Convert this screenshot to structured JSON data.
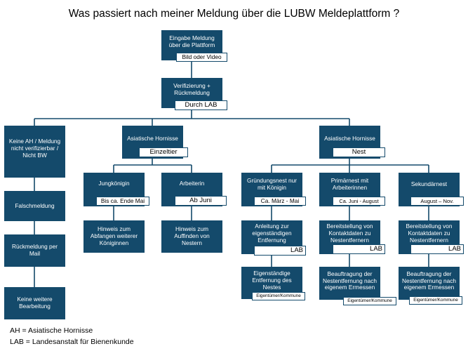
{
  "title": "Was passiert nach meiner Meldung über die LUBW Meldeplattform ?",
  "nodes": {
    "eingabe": {
      "label": "Eingabe Meldung über die Plattform",
      "tag": "Bild oder Video"
    },
    "verifizierung": {
      "label": "Verifizierung + Rückmeldung",
      "tag": "Durch LAB"
    },
    "keine_ah": {
      "label": "Keine AH / Meldung nicht verifizierbar / Nicht BW"
    },
    "falschmeldung": {
      "label": "Falschmeldung"
    },
    "rueckmeldung_mail": {
      "label": "Rückmeldung per Mail"
    },
    "keine_bearbeitung": {
      "label": "Keine weitere Bearbeitung"
    },
    "ah_einzeltier": {
      "label": "Asiatische Hornisse",
      "tag": "Einzeltier"
    },
    "ah_nest": {
      "label": "Asiatische Hornisse",
      "tag": "Nest"
    },
    "jungkoenigin": {
      "label": "Jungkönigin",
      "tag": "Bis ca. Ende Mai"
    },
    "arbeiterin": {
      "label": "Arbeiterin",
      "tag": "Ab Juni"
    },
    "hinweis_abfangen": {
      "label": "Hinweis zum Abfangen weiterer Königinnen"
    },
    "hinweis_auffinden": {
      "label": "Hinweis zum Auffinden von Nestern"
    },
    "gruendungsnest": {
      "label": "Gründungsnest nur mit Königin",
      "tag": "Ca. März - Mai"
    },
    "primaernest": {
      "label": "Primärnest mit Arbeiterinnen",
      "tag": "Ca. Juni - August"
    },
    "sekundaernest": {
      "label": "Sekundärnest",
      "tag": "August – Nov."
    },
    "anleitung": {
      "label": "Anleitung zur eigenständigen Entfernung",
      "tag": "LAB"
    },
    "bereitstellung1": {
      "label": "Bereitstellung von Kontaktdaten zu Nestentfernern",
      "tag": "LAB"
    },
    "bereitstellung2": {
      "label": "Bereitstellung von Kontaktdaten zu Nestentfernern",
      "tag": "LAB"
    },
    "eigenstaendige": {
      "label": "Eigenständige Entfernung des Nestes",
      "tag": "Eigentümer/Kommune"
    },
    "beauftragung1": {
      "label": "Beauftragung der Nestentfernung nach eigenem Ermessen",
      "tag": "Eigentümer/Kommune"
    },
    "beauftragung2": {
      "label": "Beauftragung der Nestentfernung nach eigenem Ermessen",
      "tag": "Eigentümer/Kommune"
    }
  },
  "legend": {
    "ah": "AH = Asiatische Hornisse",
    "lab": "LAB = Landesanstalt für Bienenkunde"
  },
  "colors": {
    "box": "#144a6b",
    "tag_bg": "#ffffff",
    "line": "#144a6b"
  }
}
